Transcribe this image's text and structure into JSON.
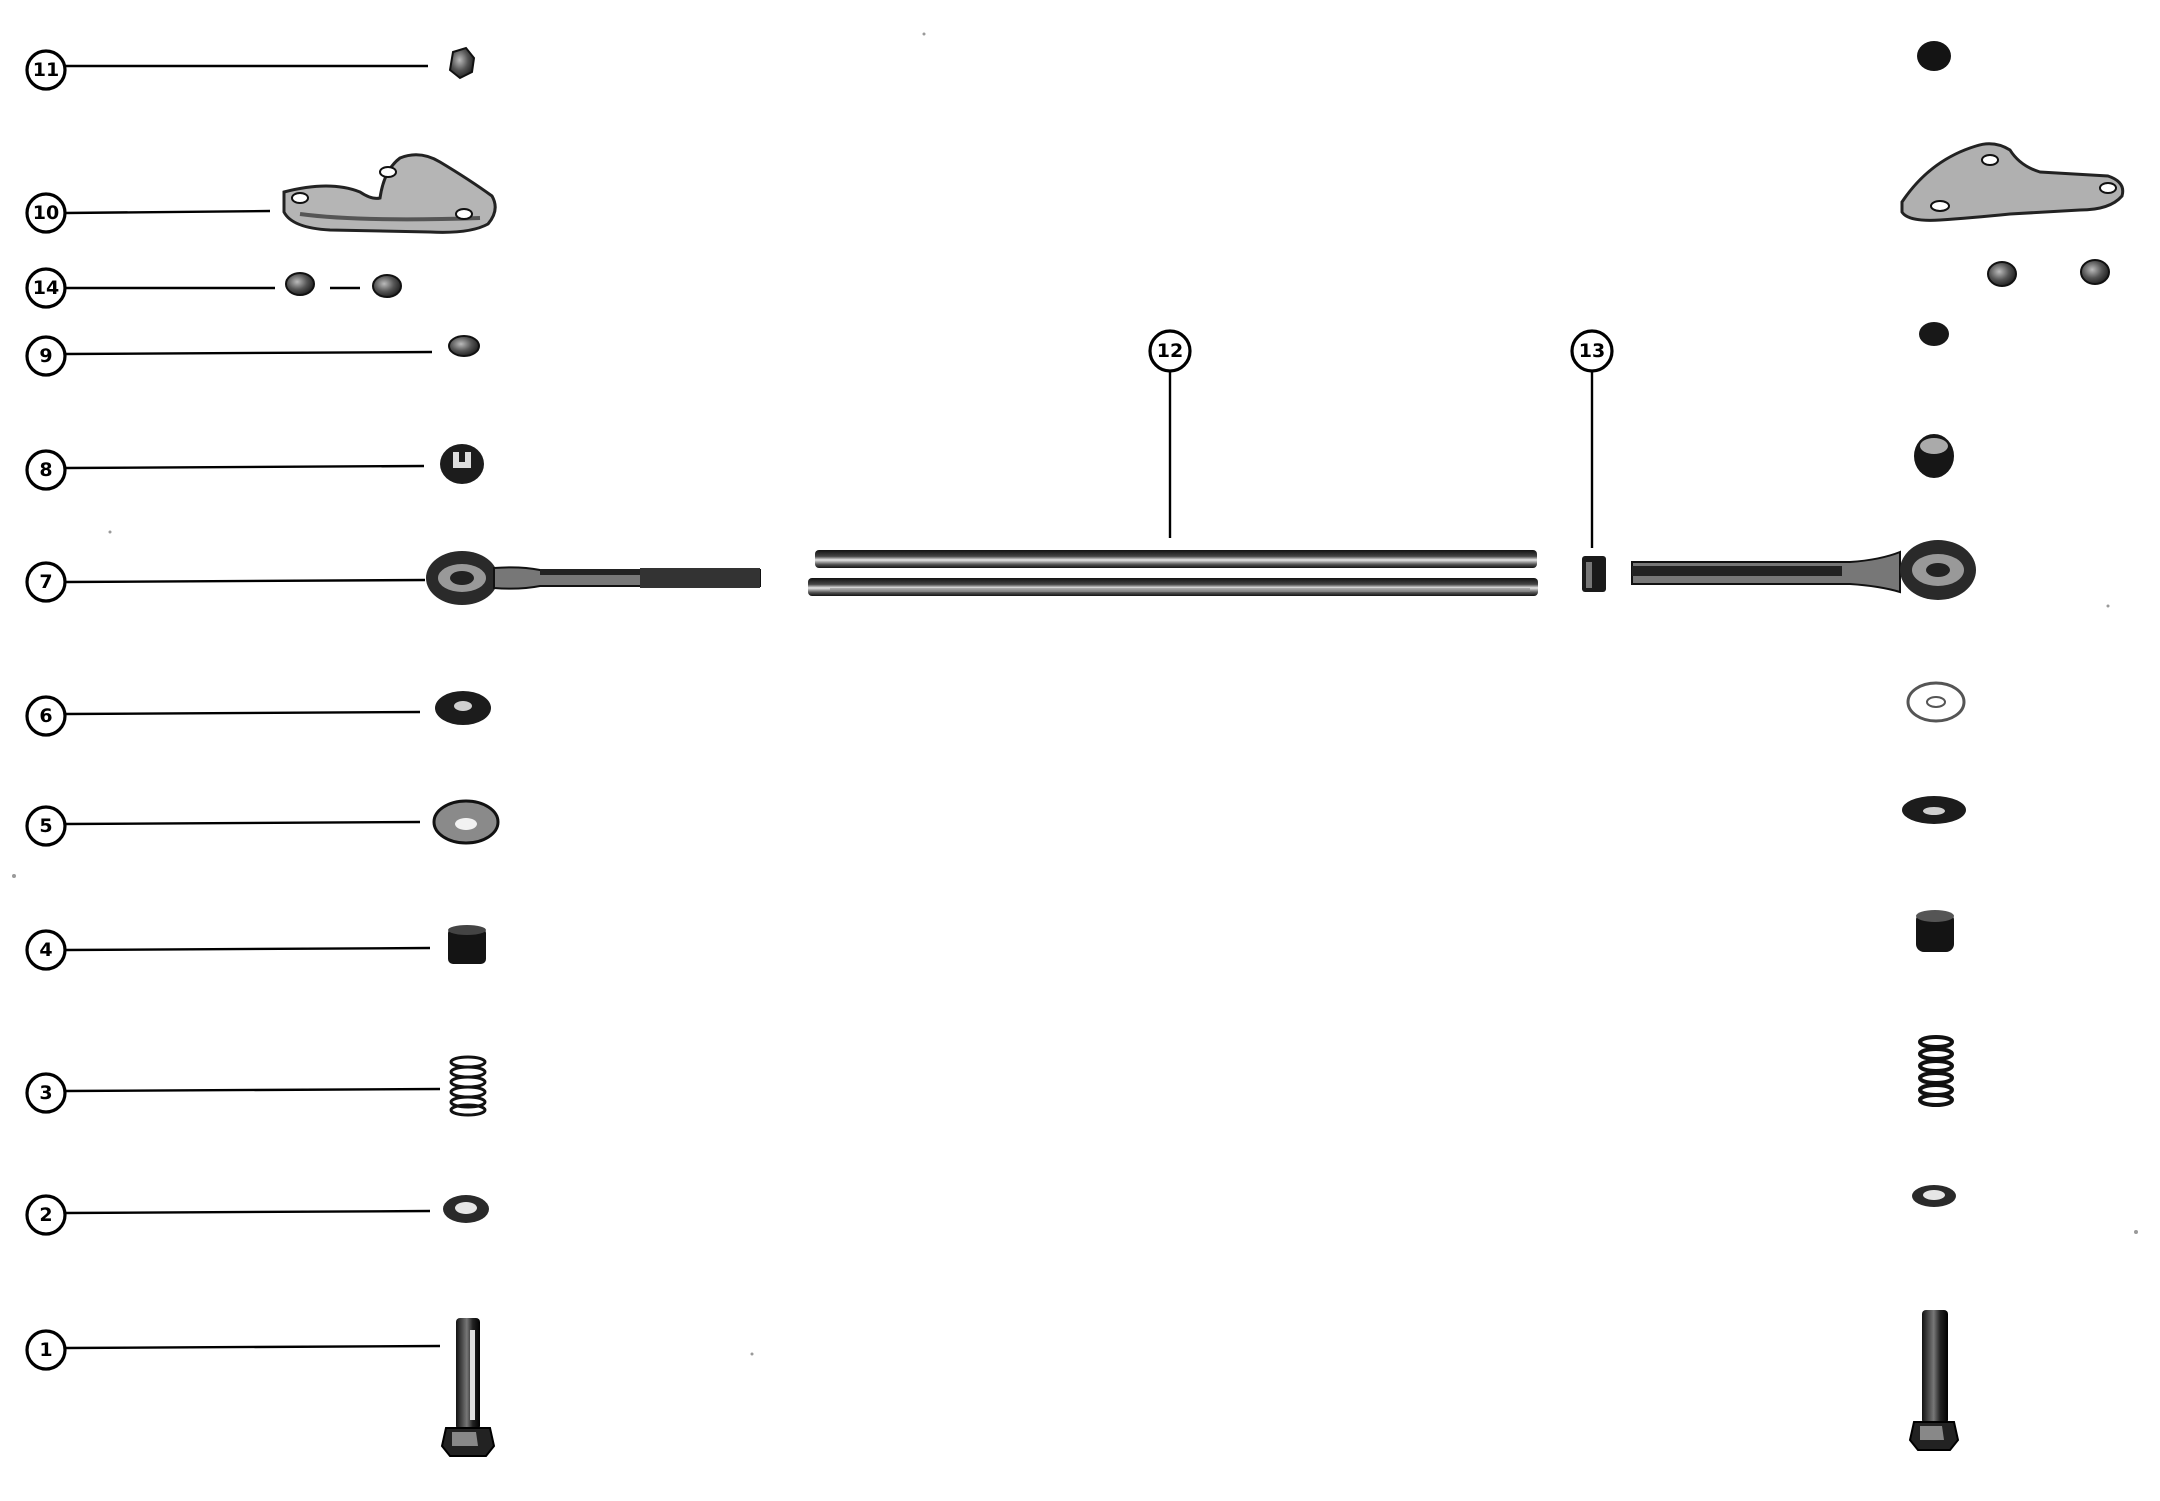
{
  "callouts": {
    "c11": "11",
    "c10": "10",
    "c14": "14",
    "c9": "9",
    "c8": "8",
    "c7": "7",
    "c6": "6",
    "c5": "5",
    "c4": "4",
    "c3": "3",
    "c2": "2",
    "c1": "1",
    "c12": "12",
    "c13": "13"
  },
  "colors": {
    "ink": "#000000",
    "background": "#ffffff",
    "metal_dark": "#1a1a1a",
    "metal_mid": "#6a6a6a",
    "metal_light": "#cfcfcf"
  }
}
